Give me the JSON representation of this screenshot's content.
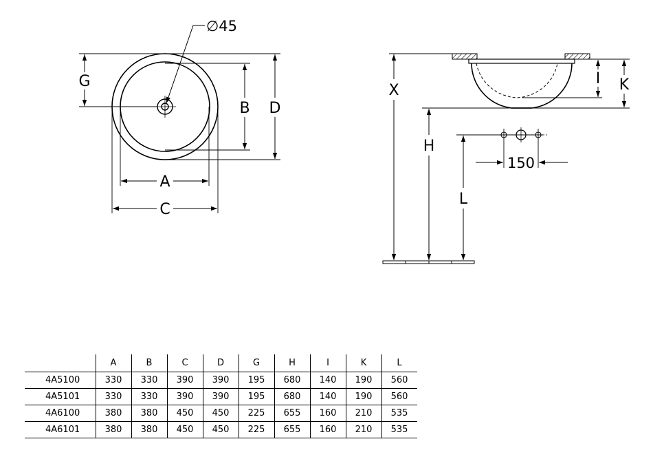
{
  "diagram": {
    "top_view": {
      "diameter_label": "∅45",
      "labels": {
        "A": "A",
        "B": "B",
        "C": "C",
        "D": "D",
        "G": "G"
      }
    },
    "side_view": {
      "labels": {
        "X": "X",
        "H": "H",
        "L": "L",
        "I": "I",
        "K": "K"
      },
      "tap_spacing": "150"
    }
  },
  "table": {
    "columns": [
      "",
      "A",
      "B",
      "C",
      "D",
      "G",
      "H",
      "I",
      "K",
      "L"
    ],
    "rows": [
      {
        "model": "4A5100",
        "values": [
          "330",
          "330",
          "390",
          "390",
          "195",
          "680",
          "140",
          "190",
          "560"
        ]
      },
      {
        "model": "4A5101",
        "values": [
          "330",
          "330",
          "390",
          "390",
          "195",
          "680",
          "140",
          "190",
          "560"
        ]
      },
      {
        "model": "4A6100",
        "values": [
          "380",
          "380",
          "450",
          "450",
          "225",
          "655",
          "160",
          "210",
          "535"
        ]
      },
      {
        "model": "4A6101",
        "values": [
          "380",
          "380",
          "450",
          "450",
          "225",
          "655",
          "160",
          "210",
          "535"
        ]
      }
    ]
  }
}
